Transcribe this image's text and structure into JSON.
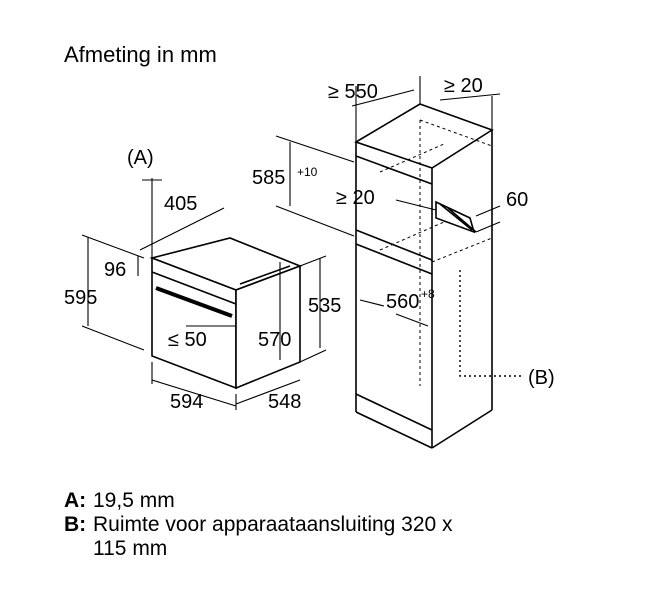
{
  "title": "Afmeting in mm",
  "labels": {
    "A_marker": "(A)",
    "B_marker": "(B)",
    "depth_405": "405",
    "height_96": "96",
    "height_595": "595",
    "gap_50": "≤ 50",
    "height_570": "570",
    "height_535": "535",
    "width_594": "594",
    "depth_548": "548",
    "depth_550": "≥ 550",
    "top_20": "≥ 20",
    "height_585": "585",
    "height_585_sup": "+10",
    "gap_20": "≥ 20",
    "vent_60": "60",
    "width_560": "560",
    "width_560_sup": "+8"
  },
  "legend": [
    {
      "key": "A:",
      "text": "19,5 mm"
    },
    {
      "key": "B:",
      "text": "Ruimte voor apparaataansluiting 320 x\n115 mm"
    }
  ]
}
